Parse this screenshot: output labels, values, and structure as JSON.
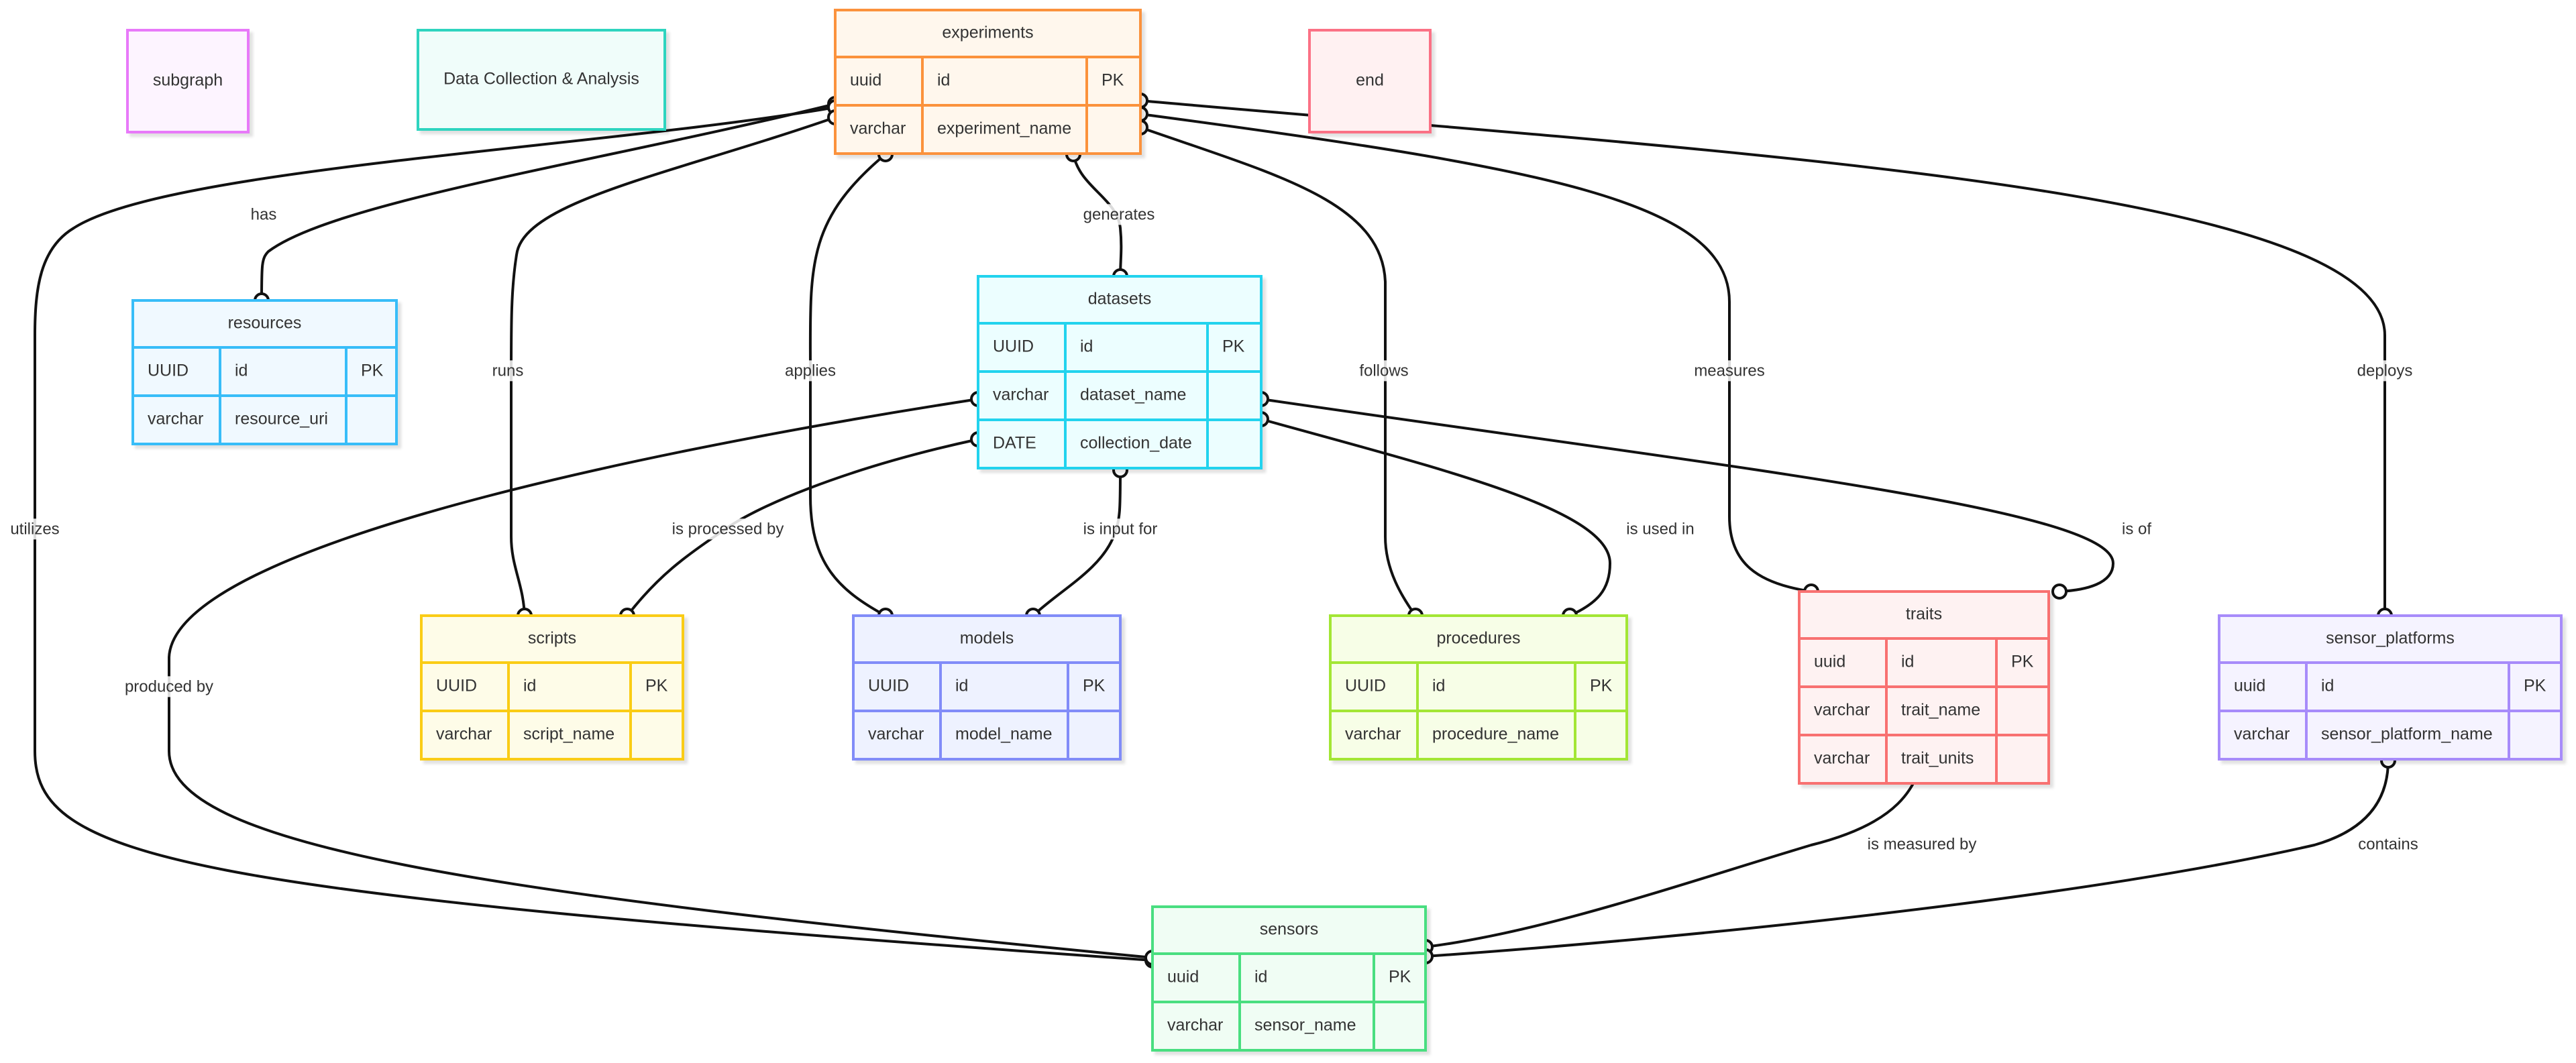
{
  "diagram": {
    "legend": [
      {
        "key": "subgraph",
        "label": "subgraph",
        "fill": "#fdf4ff",
        "stroke": "#e879f9"
      },
      {
        "key": "group",
        "label": "Data Collection & Analysis",
        "fill": "#f0fdfa",
        "stroke": "#2dd4bf"
      },
      {
        "key": "end",
        "label": "end",
        "fill": "#fff1f2",
        "stroke": "#fb7185"
      }
    ],
    "entities": [
      {
        "key": "experiments",
        "name": "experiments",
        "fill": "#fff7ed",
        "stroke": "#fb923c",
        "rows": [
          [
            "uuid",
            "id",
            "PK"
          ],
          [
            "varchar",
            "experiment_name",
            ""
          ]
        ]
      },
      {
        "key": "resources",
        "name": "resources",
        "fill": "#f0f9ff",
        "stroke": "#38bdf8",
        "rows": [
          [
            "UUID",
            "id",
            "PK"
          ],
          [
            "varchar",
            "resource_uri",
            ""
          ]
        ]
      },
      {
        "key": "datasets",
        "name": "datasets",
        "fill": "#ecfeff",
        "stroke": "#22d3ee",
        "rows": [
          [
            "UUID",
            "id",
            "PK"
          ],
          [
            "varchar",
            "dataset_name",
            ""
          ],
          [
            "DATE",
            "collection_date",
            ""
          ]
        ]
      },
      {
        "key": "scripts",
        "name": "scripts",
        "fill": "#fefce8",
        "stroke": "#facc15",
        "rows": [
          [
            "UUID",
            "id",
            "PK"
          ],
          [
            "varchar",
            "script_name",
            ""
          ]
        ]
      },
      {
        "key": "models",
        "name": "models",
        "fill": "#eef2ff",
        "stroke": "#818cf8",
        "rows": [
          [
            "UUID",
            "id",
            "PK"
          ],
          [
            "varchar",
            "model_name",
            ""
          ]
        ]
      },
      {
        "key": "procedures",
        "name": "procedures",
        "fill": "#f7fee7",
        "stroke": "#a3e635",
        "rows": [
          [
            "UUID",
            "id",
            "PK"
          ],
          [
            "varchar",
            "procedure_name",
            ""
          ]
        ]
      },
      {
        "key": "traits",
        "name": "traits",
        "fill": "#fef2f2",
        "stroke": "#f87171",
        "rows": [
          [
            "uuid",
            "id",
            "PK"
          ],
          [
            "varchar",
            "trait_name",
            ""
          ],
          [
            "varchar",
            "trait_units",
            ""
          ]
        ]
      },
      {
        "key": "sensor_platforms",
        "name": "sensor_platforms",
        "fill": "#f5f3ff",
        "stroke": "#a78bfa",
        "rows": [
          [
            "uuid",
            "id",
            "PK"
          ],
          [
            "varchar",
            "sensor_platform_name",
            ""
          ]
        ]
      },
      {
        "key": "sensors",
        "name": "sensors",
        "fill": "#f0fdf4",
        "stroke": "#4ade80",
        "rows": [
          [
            "uuid",
            "id",
            "PK"
          ],
          [
            "varchar",
            "sensor_name",
            ""
          ]
        ]
      }
    ],
    "relationships": [
      {
        "key": "has",
        "label": "has",
        "from": "experiments",
        "to": "resources"
      },
      {
        "key": "utilizes",
        "label": "utilizes",
        "from": "experiments",
        "to": "sensors"
      },
      {
        "key": "runs",
        "label": "runs",
        "from": "experiments",
        "to": "scripts"
      },
      {
        "key": "applies",
        "label": "applies",
        "from": "experiments",
        "to": "models"
      },
      {
        "key": "generates",
        "label": "generates",
        "from": "experiments",
        "to": "datasets"
      },
      {
        "key": "follows",
        "label": "follows",
        "from": "experiments",
        "to": "procedures"
      },
      {
        "key": "measures",
        "label": "measures",
        "from": "experiments",
        "to": "traits"
      },
      {
        "key": "deploys",
        "label": "deploys",
        "from": "experiments",
        "to": "sensor_platforms"
      },
      {
        "key": "is_processed_by",
        "label": "is processed by",
        "from": "datasets",
        "to": "scripts"
      },
      {
        "key": "is_input_for",
        "label": "is input for",
        "from": "datasets",
        "to": "models"
      },
      {
        "key": "is_used_in",
        "label": "is used in",
        "from": "datasets",
        "to": "procedures"
      },
      {
        "key": "is_of",
        "label": "is of",
        "from": "datasets",
        "to": "traits"
      },
      {
        "key": "produced_by",
        "label": "produced by",
        "from": "datasets",
        "to": "sensors"
      },
      {
        "key": "is_measured_by",
        "label": "is measured by",
        "from": "traits",
        "to": "sensors"
      },
      {
        "key": "contains",
        "label": "contains",
        "from": "sensor_platforms",
        "to": "sensors"
      }
    ]
  }
}
